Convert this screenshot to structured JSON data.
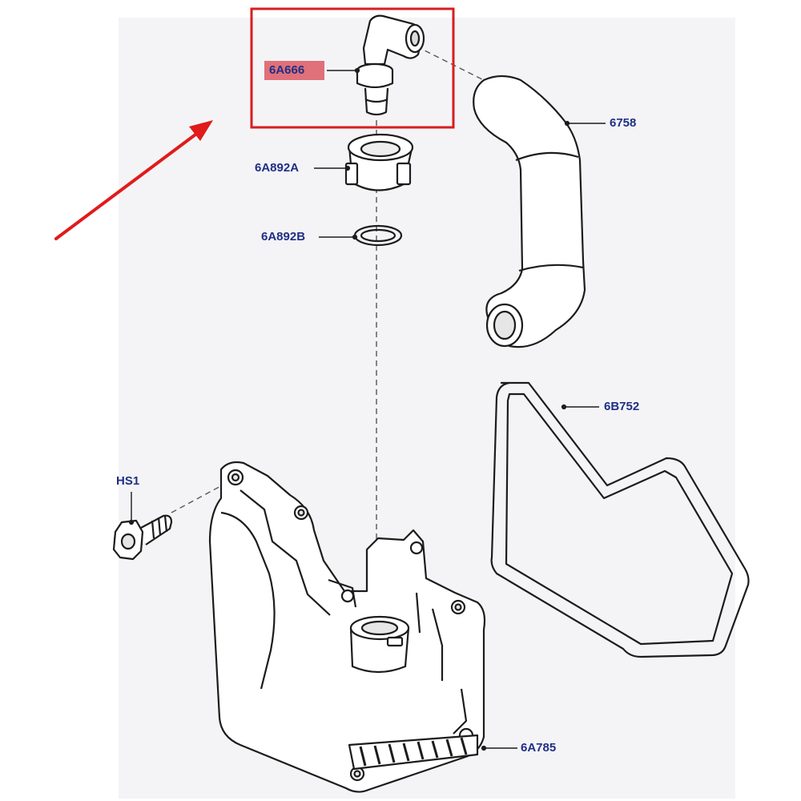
{
  "callouts": {
    "pcv_valve": "6A666",
    "hose": "6758",
    "clip": "6A892A",
    "o_ring": "6A892B",
    "gasket": "6B752",
    "bolt": "HS1",
    "separator": "6A785"
  },
  "colors": {
    "label_text": "#1f2f86",
    "highlight_box": "#d81e1e",
    "label_highlight": "#e0707a",
    "arrow": "#e01b1b",
    "line_art": "#1c1c1c",
    "background_panel": "#f4f4f6"
  }
}
